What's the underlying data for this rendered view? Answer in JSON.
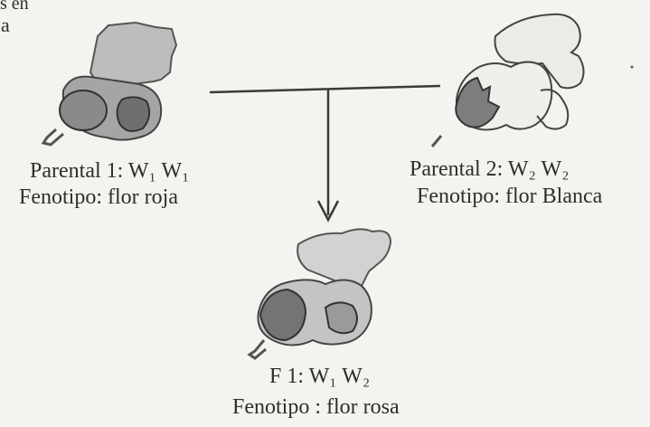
{
  "fragments": {
    "top_left_1": "s en",
    "top_left_2": "a"
  },
  "parental1": {
    "genotype_line": "Parental 1:  W₁ W₁",
    "phenotype_line": "Fenotipo: flor roja"
  },
  "parental2": {
    "genotype_line": "Parental 2:   W₂ W₂",
    "phenotype_line": "Fenotipo: flor Blanca"
  },
  "f1": {
    "genotype_line": "F 1:  W₁ W₂",
    "phenotype_line": "Fenotipo : flor rosa"
  },
  "colors": {
    "ink": "#2e2e2e",
    "paper": "#f4f3ef",
    "flower_shade": "#9a9a9a"
  }
}
